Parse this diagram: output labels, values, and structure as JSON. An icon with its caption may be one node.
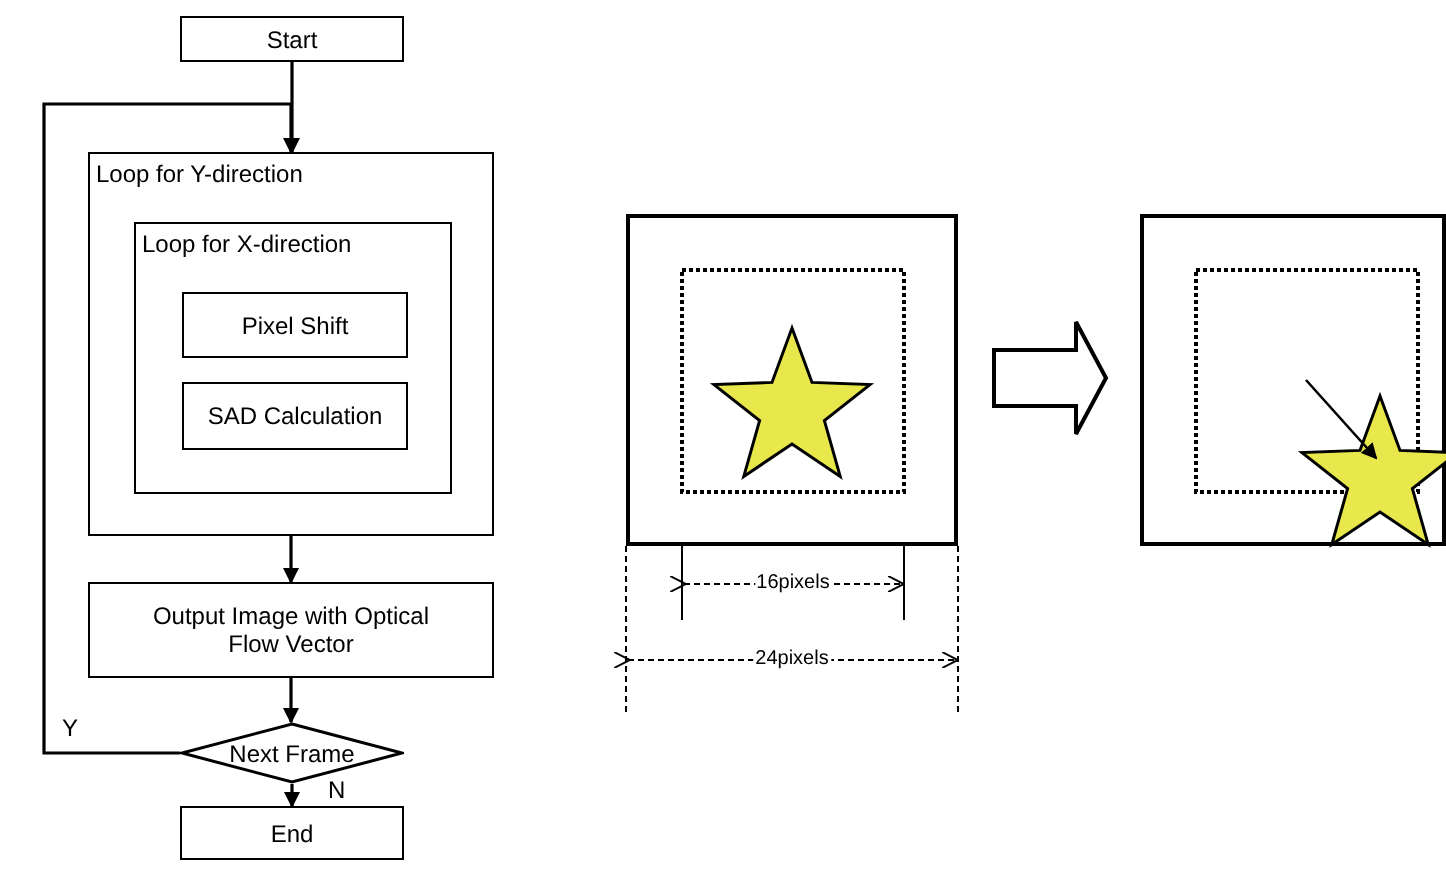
{
  "diagram": {
    "nodes": [
      {
        "text": [
          "Start"
        ]
      },
      {
        "text": [
          "Loop for Y-direction"
        ]
      },
      {
        "text": [
          "Loop for X-direction"
        ],
        "in": 1
      },
      {
        "text": [
          "Pixel Shift"
        ],
        "in": 2
      },
      {
        "text": [
          "SAD Calculation"
        ],
        "in": 2
      },
      {
        "text": [
          "Output Image with Optical Flow Vector"
        ]
      },
      {
        "text": [
          "Next Frame"
        ]
      },
      {
        "text": [
          "End"
        ]
      },
      {
        "text": [],
        "shape": "box"
      },
      {
        "text": [],
        "shape": "box"
      }
    ],
    "edges": [
      {
        "from": 0,
        "to": 1,
        "arrow": "to"
      },
      {
        "from": 1,
        "to": 5,
        "arrow": "to"
      },
      {
        "from": 5,
        "to": 6,
        "arrow": "to"
      },
      {
        "from": 6,
        "to": 7,
        "arrow": "to",
        "label": "N"
      },
      {
        "from": 6,
        "to": 1,
        "arrow": "to",
        "label": "Y"
      },
      {
        "from": 8,
        "to": 9,
        "arrow": "to",
        "style": "thick"
      }
    ],
    "labels": [
      "16pixels",
      "24pixels"
    ]
  }
}
